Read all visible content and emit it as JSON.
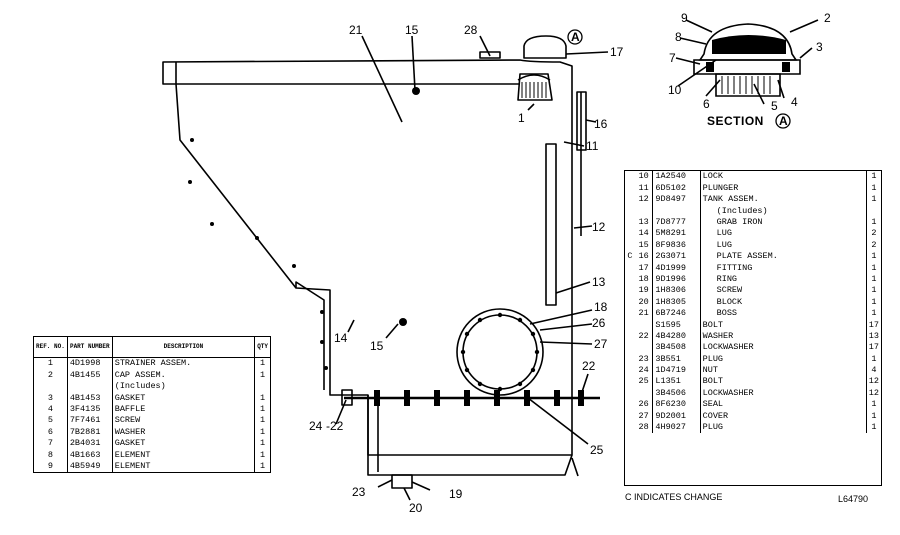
{
  "callouts": [
    "21",
    "15",
    "28",
    "17",
    "1",
    "16",
    "11",
    "12",
    "13",
    "18",
    "26",
    "27",
    "22",
    "25",
    "14",
    "15",
    "24",
    "-22",
    "23",
    "19",
    "20"
  ],
  "section": {
    "title": "SECTION",
    "marker": "A",
    "callouts": [
      "9",
      "2",
      "8",
      "3",
      "7",
      "10",
      "6",
      "5",
      "4"
    ]
  },
  "left_table": {
    "headers": [
      "REF. NO.",
      "PART NUMBER",
      "DESCRIPTION",
      "QTY"
    ],
    "rows": [
      {
        "ref": "1",
        "pn": "4D1998",
        "desc": "STRAINER ASSEM.",
        "qty": "1"
      },
      {
        "ref": "2",
        "pn": "4B1455",
        "desc": "CAP ASSEM.",
        "qty": "1"
      },
      {
        "ref": "",
        "pn": "",
        "desc": "(Includes)",
        "qty": ""
      },
      {
        "ref": "3",
        "pn": "4B1453",
        "desc": "GASKET",
        "qty": "1"
      },
      {
        "ref": "4",
        "pn": "3F4135",
        "desc": "BAFFLE",
        "qty": "1"
      },
      {
        "ref": "5",
        "pn": "7F7461",
        "desc": "SCREW",
        "qty": "1"
      },
      {
        "ref": "6",
        "pn": "7B2881",
        "desc": "WASHER",
        "qty": "1"
      },
      {
        "ref": "7",
        "pn": "2B4031",
        "desc": "GASKET",
        "qty": "1"
      },
      {
        "ref": "8",
        "pn": "4B1663",
        "desc": "ELEMENT",
        "qty": "1"
      },
      {
        "ref": "9",
        "pn": "4B5949",
        "desc": "ELEMENT",
        "qty": "1"
      }
    ]
  },
  "right_table": {
    "rows": [
      {
        "chg": "",
        "ref": "10",
        "pn": "1A2540",
        "desc": "LOCK",
        "qty": "1"
      },
      {
        "chg": "",
        "ref": "11",
        "pn": "6D5102",
        "desc": "PLUNGER",
        "qty": "1"
      },
      {
        "chg": "",
        "ref": "12",
        "pn": "9D8497",
        "desc": "TANK ASSEM.",
        "qty": "1"
      },
      {
        "chg": "",
        "ref": "",
        "pn": "",
        "desc": "(Includes)",
        "qty": ""
      },
      {
        "chg": "",
        "ref": "13",
        "pn": "7D8777",
        "desc": "GRAB IRON",
        "qty": "1"
      },
      {
        "chg": "",
        "ref": "14",
        "pn": "5M8291",
        "desc": "LUG",
        "qty": "2"
      },
      {
        "chg": "",
        "ref": "15",
        "pn": "8F9836",
        "desc": "LUG",
        "qty": "2"
      },
      {
        "chg": "C",
        "ref": "16",
        "pn": "2G3071",
        "desc": "PLATE ASSEM.",
        "qty": "1"
      },
      {
        "chg": "",
        "ref": "17",
        "pn": "4D1999",
        "desc": "FITTING",
        "qty": "1"
      },
      {
        "chg": "",
        "ref": "18",
        "pn": "9D1996",
        "desc": "RING",
        "qty": "1"
      },
      {
        "chg": "",
        "ref": "19",
        "pn": "1H8306",
        "desc": "SCREW",
        "qty": "1"
      },
      {
        "chg": "",
        "ref": "20",
        "pn": "1H8305",
        "desc": "BLOCK",
        "qty": "1"
      },
      {
        "chg": "",
        "ref": "21",
        "pn": "6B7246",
        "desc": "BOSS",
        "qty": "1"
      },
      {
        "chg": "",
        "ref": "",
        "pn": "S1595",
        "desc": "BOLT",
        "qty": "17"
      },
      {
        "chg": "",
        "ref": "22",
        "pn": "4B4280",
        "desc": "WASHER",
        "qty": "13"
      },
      {
        "chg": "",
        "ref": "",
        "pn": "3B4508",
        "desc": "LOCKWASHER",
        "qty": "17"
      },
      {
        "chg": "",
        "ref": "23",
        "pn": "3B551",
        "desc": "PLUG",
        "qty": "1"
      },
      {
        "chg": "",
        "ref": "24",
        "pn": "1D4719",
        "desc": "NUT",
        "qty": "4"
      },
      {
        "chg": "",
        "ref": "25",
        "pn": "L1351",
        "desc": "BOLT",
        "qty": "12"
      },
      {
        "chg": "",
        "ref": "",
        "pn": "3B4506",
        "desc": "LOCKWASHER",
        "qty": "12"
      },
      {
        "chg": "",
        "ref": "26",
        "pn": "8F6230",
        "desc": "SEAL",
        "qty": "1"
      },
      {
        "chg": "",
        "ref": "27",
        "pn": "9D2001",
        "desc": "COVER",
        "qty": "1"
      },
      {
        "chg": "",
        "ref": "28",
        "pn": "4H9027",
        "desc": "PLUG",
        "qty": "1"
      }
    ]
  },
  "footer": {
    "change_note": "C INDICATES CHANGE",
    "figure_number": "L64790"
  }
}
